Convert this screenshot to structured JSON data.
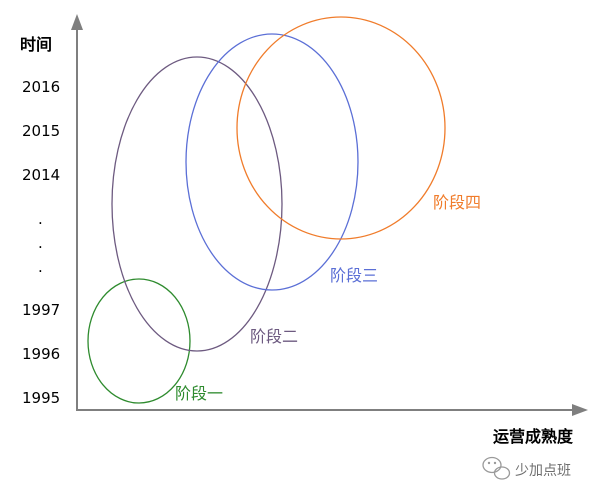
{
  "y_axis": {
    "title": "时间",
    "ticks": [
      "2016",
      "2015",
      "2014",
      ".",
      ".",
      ".",
      "1997",
      "1996",
      "1995"
    ]
  },
  "x_axis": {
    "title": "运营成熟度"
  },
  "phases": [
    {
      "label": "阶段一",
      "color": "#2e8b2e"
    },
    {
      "label": "阶段二",
      "color": "#6d5a80"
    },
    {
      "label": "阶段三",
      "color": "#5b6fd6"
    },
    {
      "label": "阶段四",
      "color": "#f07c2b"
    }
  ],
  "axis_color": "#7f7f7f",
  "watermark": {
    "icon": "wechat-icon",
    "text": "少加点班"
  }
}
